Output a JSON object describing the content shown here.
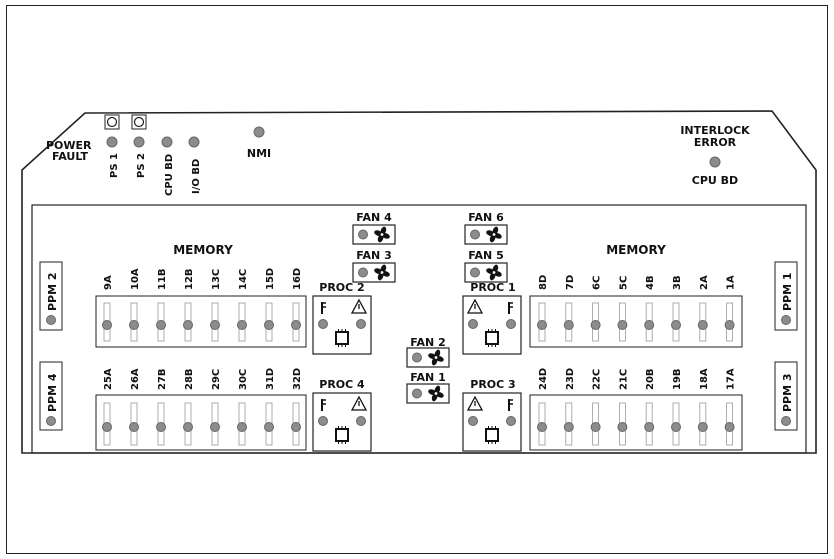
{
  "top": {
    "power_fault": [
      "POWER",
      "FAULT"
    ],
    "ps1": "PS 1",
    "ps2": "PS 2",
    "cpu_bd": "CPU BD",
    "io_bd": "I/O BD",
    "nmi": "NMI",
    "interlock": [
      "INTERLOCK",
      "ERROR"
    ],
    "interlock_cpu_bd": "CPU BD"
  },
  "memory_left": {
    "title": "MEMORY",
    "top_row": [
      "9A",
      "10A",
      "11B",
      "12B",
      "13C",
      "14C",
      "15D",
      "16D"
    ],
    "bottom_row": [
      "25A",
      "26A",
      "27B",
      "28B",
      "29C",
      "30C",
      "31D",
      "32D"
    ]
  },
  "memory_right": {
    "title": "MEMORY",
    "top_row": [
      "8D",
      "7D",
      "6C",
      "5C",
      "4B",
      "3B",
      "2A",
      "1A"
    ],
    "bottom_row": [
      "24D",
      "23D",
      "22C",
      "21C",
      "20B",
      "19B",
      "18A",
      "17A"
    ]
  },
  "ppm": {
    "top_left": "PPM 2",
    "bottom_left": "PPM 4",
    "top_right": "PPM 1",
    "bottom_right": "PPM 3"
  },
  "procs": {
    "top_left": "PROC 2",
    "bottom_left": "PROC 4",
    "top_right": "PROC 1",
    "bottom_right": "PROC 3"
  },
  "fans": {
    "fan4": "FAN 4",
    "fan3": "FAN 3",
    "fan6": "FAN 6",
    "fan5": "FAN 5",
    "fan2": "FAN 2",
    "fan1": "FAN 1"
  },
  "colors": {
    "led": "#8c8c8c",
    "led_edge": "#666666",
    "line": "#222222"
  }
}
